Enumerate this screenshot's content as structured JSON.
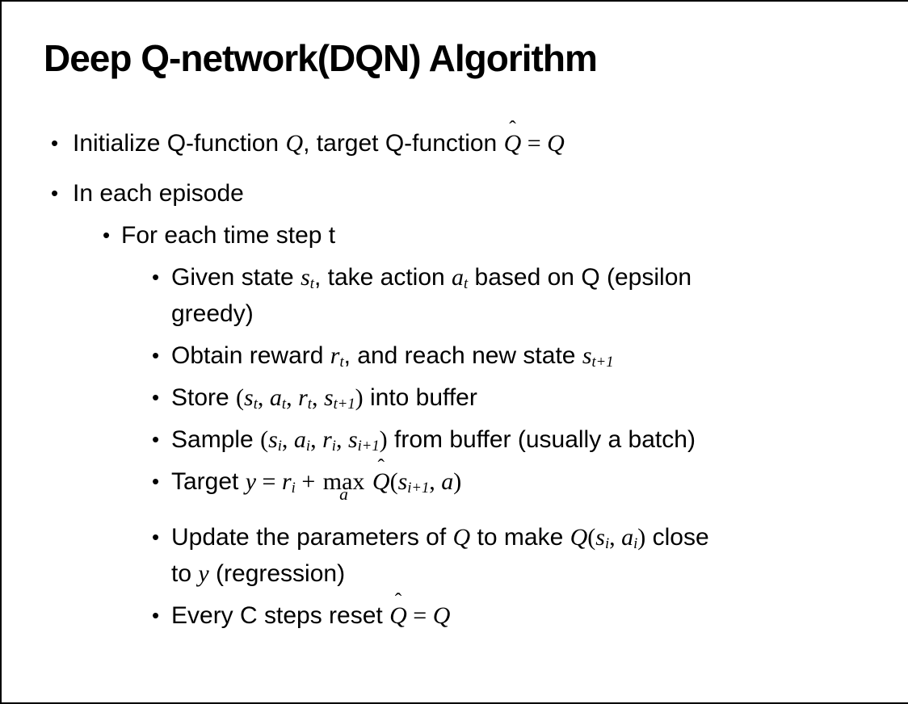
{
  "slide": {
    "title": "Deep Q-network(DQN) Algorithm",
    "bullet_char": "•",
    "bullets": [
      {
        "level": 1,
        "runs": [
          {
            "type": "t",
            "v": "Initialize Q-function "
          },
          {
            "type": "i",
            "v": "Q"
          },
          {
            "type": "t",
            "v": ", target Q-function "
          },
          {
            "type": "hat",
            "v": "Q",
            "acc": "ˆ"
          },
          {
            "type": "m",
            "v": " = "
          },
          {
            "type": "i",
            "v": "Q"
          }
        ]
      },
      {
        "level": 1,
        "runs": [
          {
            "type": "t",
            "v": "In each episode"
          }
        ]
      },
      {
        "level": 2,
        "runs": [
          {
            "type": "t",
            "v": "For each time step t"
          }
        ]
      },
      {
        "level": 3,
        "runs": [
          {
            "type": "t",
            "v": "Given state "
          },
          {
            "type": "i",
            "v": "s",
            "sub": "t"
          },
          {
            "type": "t",
            "v": ", take action "
          },
          {
            "type": "i",
            "v": "a",
            "sub": "t"
          },
          {
            "type": "t",
            "v": " based on Q (epsilon"
          }
        ]
      },
      {
        "level": 3,
        "cont": true,
        "runs": [
          {
            "type": "t",
            "v": "greedy)"
          }
        ]
      },
      {
        "level": 3,
        "runs": [
          {
            "type": "t",
            "v": "Obtain reward "
          },
          {
            "type": "i",
            "v": "r",
            "sub": "t"
          },
          {
            "type": "t",
            "v": ", and reach new state "
          },
          {
            "type": "i",
            "v": "s",
            "sub": "t+1"
          }
        ]
      },
      {
        "level": 3,
        "runs": [
          {
            "type": "t",
            "v": "Store "
          },
          {
            "type": "m",
            "v": "("
          },
          {
            "type": "i",
            "v": "s",
            "sub": "t"
          },
          {
            "type": "m",
            "v": ", "
          },
          {
            "type": "i",
            "v": "a",
            "sub": "t"
          },
          {
            "type": "m",
            "v": ", "
          },
          {
            "type": "i",
            "v": "r",
            "sub": "t"
          },
          {
            "type": "m",
            "v": ", "
          },
          {
            "type": "i",
            "v": "s",
            "sub": "t+1"
          },
          {
            "type": "m",
            "v": ")"
          },
          {
            "type": "t",
            "v": " into buffer"
          }
        ]
      },
      {
        "level": 3,
        "runs": [
          {
            "type": "t",
            "v": "Sample "
          },
          {
            "type": "m",
            "v": "("
          },
          {
            "type": "i",
            "v": "s",
            "sub": "i"
          },
          {
            "type": "m",
            "v": ", "
          },
          {
            "type": "i",
            "v": "a",
            "sub": "i"
          },
          {
            "type": "m",
            "v": ", "
          },
          {
            "type": "i",
            "v": "r",
            "sub": "i"
          },
          {
            "type": "m",
            "v": ", "
          },
          {
            "type": "i",
            "v": "s",
            "sub": "i+1"
          },
          {
            "type": "m",
            "v": ")"
          },
          {
            "type": "t",
            "v": " from buffer (usually a batch)"
          }
        ]
      },
      {
        "level": 3,
        "runs": [
          {
            "type": "t",
            "v": "Target "
          },
          {
            "type": "i",
            "v": "y"
          },
          {
            "type": "m",
            "v": " = "
          },
          {
            "type": "i",
            "v": "r",
            "sub": "i"
          },
          {
            "type": "m",
            "v": " + "
          },
          {
            "type": "max",
            "v": "max",
            "under": "a"
          },
          {
            "type": "m",
            "v": " "
          },
          {
            "type": "hat",
            "v": "Q",
            "acc": "ˆ"
          },
          {
            "type": "m",
            "v": "("
          },
          {
            "type": "i",
            "v": "s",
            "sub": "i+1"
          },
          {
            "type": "m",
            "v": ", "
          },
          {
            "type": "i",
            "v": "a"
          },
          {
            "type": "m",
            "v": ")"
          }
        ]
      },
      {
        "level": 3,
        "runs": [
          {
            "type": "t",
            "v": "Update the parameters of "
          },
          {
            "type": "i",
            "v": "Q"
          },
          {
            "type": "t",
            "v": " to make "
          },
          {
            "type": "i",
            "v": "Q"
          },
          {
            "type": "m",
            "v": "("
          },
          {
            "type": "i",
            "v": "s",
            "sub": "i"
          },
          {
            "type": "m",
            "v": ", "
          },
          {
            "type": "i",
            "v": "a",
            "sub": "i"
          },
          {
            "type": "m",
            "v": ")"
          },
          {
            "type": "t",
            "v": " close"
          }
        ]
      },
      {
        "level": 3,
        "cont": true,
        "runs": [
          {
            "type": "t",
            "v": "to "
          },
          {
            "type": "i",
            "v": "y"
          },
          {
            "type": "t",
            "v": " (regression)"
          }
        ]
      },
      {
        "level": 3,
        "runs": [
          {
            "type": "t",
            "v": "Every C steps reset "
          },
          {
            "type": "hat",
            "v": "Q",
            "acc": "ˆ"
          },
          {
            "type": "m",
            "v": " = "
          },
          {
            "type": "i",
            "v": "Q"
          }
        ]
      }
    ]
  }
}
